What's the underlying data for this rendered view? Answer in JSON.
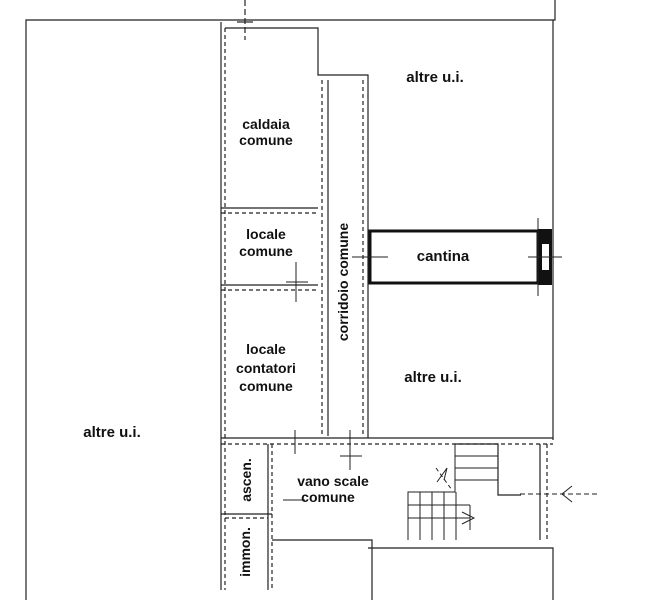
{
  "labels": {
    "altre_top": "altre u.i.",
    "caldaia_l1": "caldaia",
    "caldaia_l2": "comune",
    "locale_l1": "locale",
    "locale_l2": "comune",
    "contatori_l1": "locale",
    "contatori_l2": "contatori",
    "contatori_l3": "comune",
    "corridoio": "corridoio comune",
    "cantina": "cantina",
    "altre_mid": "altre u.i.",
    "altre_left": "altre u.i.",
    "vano_l1": "vano scale",
    "vano_l2": "comune",
    "ascen": "ascen.",
    "immon": "immon."
  }
}
